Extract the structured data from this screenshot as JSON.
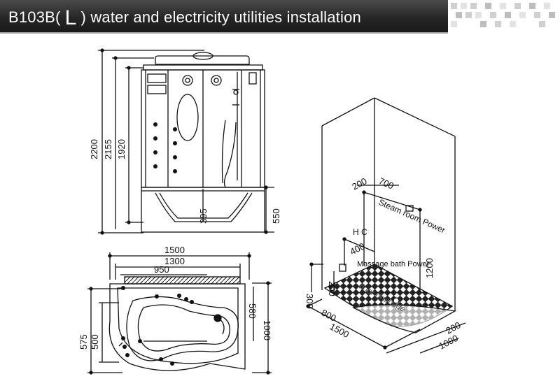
{
  "header": {
    "model": "B103B(",
    "hand": "L",
    "title_rest": ") water and electricity utilities installation"
  },
  "front_view": {
    "dims": {
      "d2200": "2200",
      "d2155": "2155",
      "d1920": "1920",
      "d395": "395",
      "d550": "550"
    }
  },
  "top_view": {
    "dims": {
      "d1500": "1500",
      "d1300": "1300",
      "d950": "950",
      "d575": "575",
      "d500": "500",
      "d580": "580",
      "d1000": "1000"
    }
  },
  "iso_view": {
    "dims": {
      "d200a": "200",
      "d700": "700",
      "d400": "400",
      "d1200": "1200",
      "d300": "300",
      "d200b": "200",
      "d800": "800",
      "d1500": "1500",
      "d200c": "200",
      "d1000": "1000"
    },
    "labels": {
      "steam": "Steam room Power",
      "hc": "H C",
      "massage": "Massage bath Power",
      "floor": "floor drainage"
    }
  },
  "colors": {
    "line": "#111111",
    "header_bg": "#262626"
  }
}
